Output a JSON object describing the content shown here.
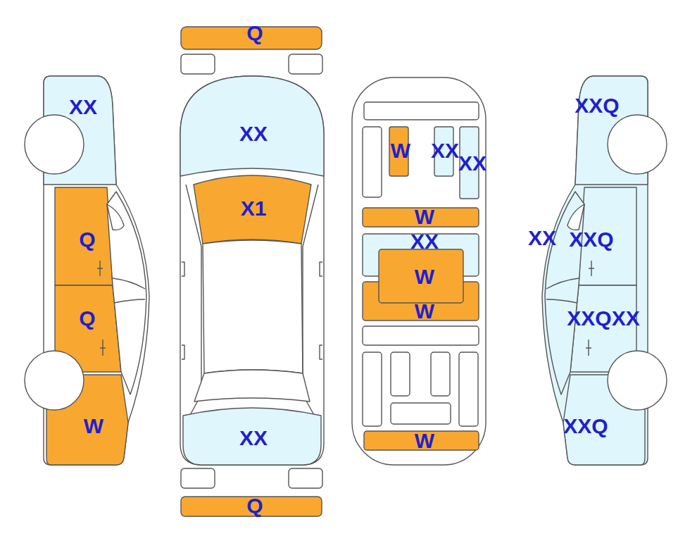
{
  "diagram": {
    "nodes": [
      {
        "text": [
          "XX"
        ]
      },
      {
        "text": [
          "Q"
        ]
      },
      {
        "text": [
          "Q"
        ]
      },
      {
        "text": [
          "W"
        ]
      },
      {
        "text": [
          "Q"
        ]
      },
      {
        "text": [
          "XX"
        ]
      },
      {
        "text": [
          "X1"
        ]
      },
      {
        "text": [
          "XX"
        ]
      },
      {
        "text": [
          "Q"
        ]
      },
      {
        "text": [
          "W"
        ]
      },
      {
        "text": [
          "XX"
        ]
      },
      {
        "text": [
          "XX"
        ]
      },
      {
        "text": [
          "W"
        ]
      },
      {
        "text": [
          "XX"
        ]
      },
      {
        "text": [
          "W"
        ]
      },
      {
        "text": [
          "W"
        ]
      },
      {
        "text": [
          "W"
        ]
      },
      {
        "text": [
          "XXQ"
        ]
      },
      {
        "text": [
          "XX"
        ]
      },
      {
        "text": [
          "XXQ"
        ]
      },
      {
        "text": [
          "XXQ",
          "XX"
        ]
      },
      {
        "text": [
          "XXQ"
        ]
      }
    ]
  }
}
